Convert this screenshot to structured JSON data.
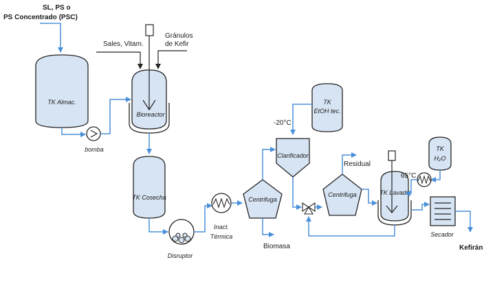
{
  "feed": {
    "line1": "SL, PS o",
    "line2": "PS Concentrado (PSC)"
  },
  "tk_almac": "TK Almac.",
  "bomba": "bomba",
  "sales": "Sales, Vitam.",
  "granulos": {
    "line1": "Gránulos",
    "line2": "de Kefir"
  },
  "bioreactor": "Bioreactor",
  "tk_cosecha": "TK Cosecha",
  "disruptor": "Disruptor",
  "inact": {
    "line1": "Inact.",
    "line2": "Térmica"
  },
  "centrifuga1": "Centrifuga",
  "biomasa": "Biomasa",
  "temp_clar": "-20°C",
  "tk_etoh": {
    "line1": "TK",
    "line2": "EtOH tec."
  },
  "clarificador": "Clarificador",
  "residual": "Residual",
  "centrifuga2": "Centrifuga",
  "tk_lavado": "TK Lavado",
  "temp_lav": "65°C",
  "tk_h2o": {
    "line1": "TK",
    "line2": "H₂O"
  },
  "secador": "Secador",
  "kefiran": "Kefirán"
}
